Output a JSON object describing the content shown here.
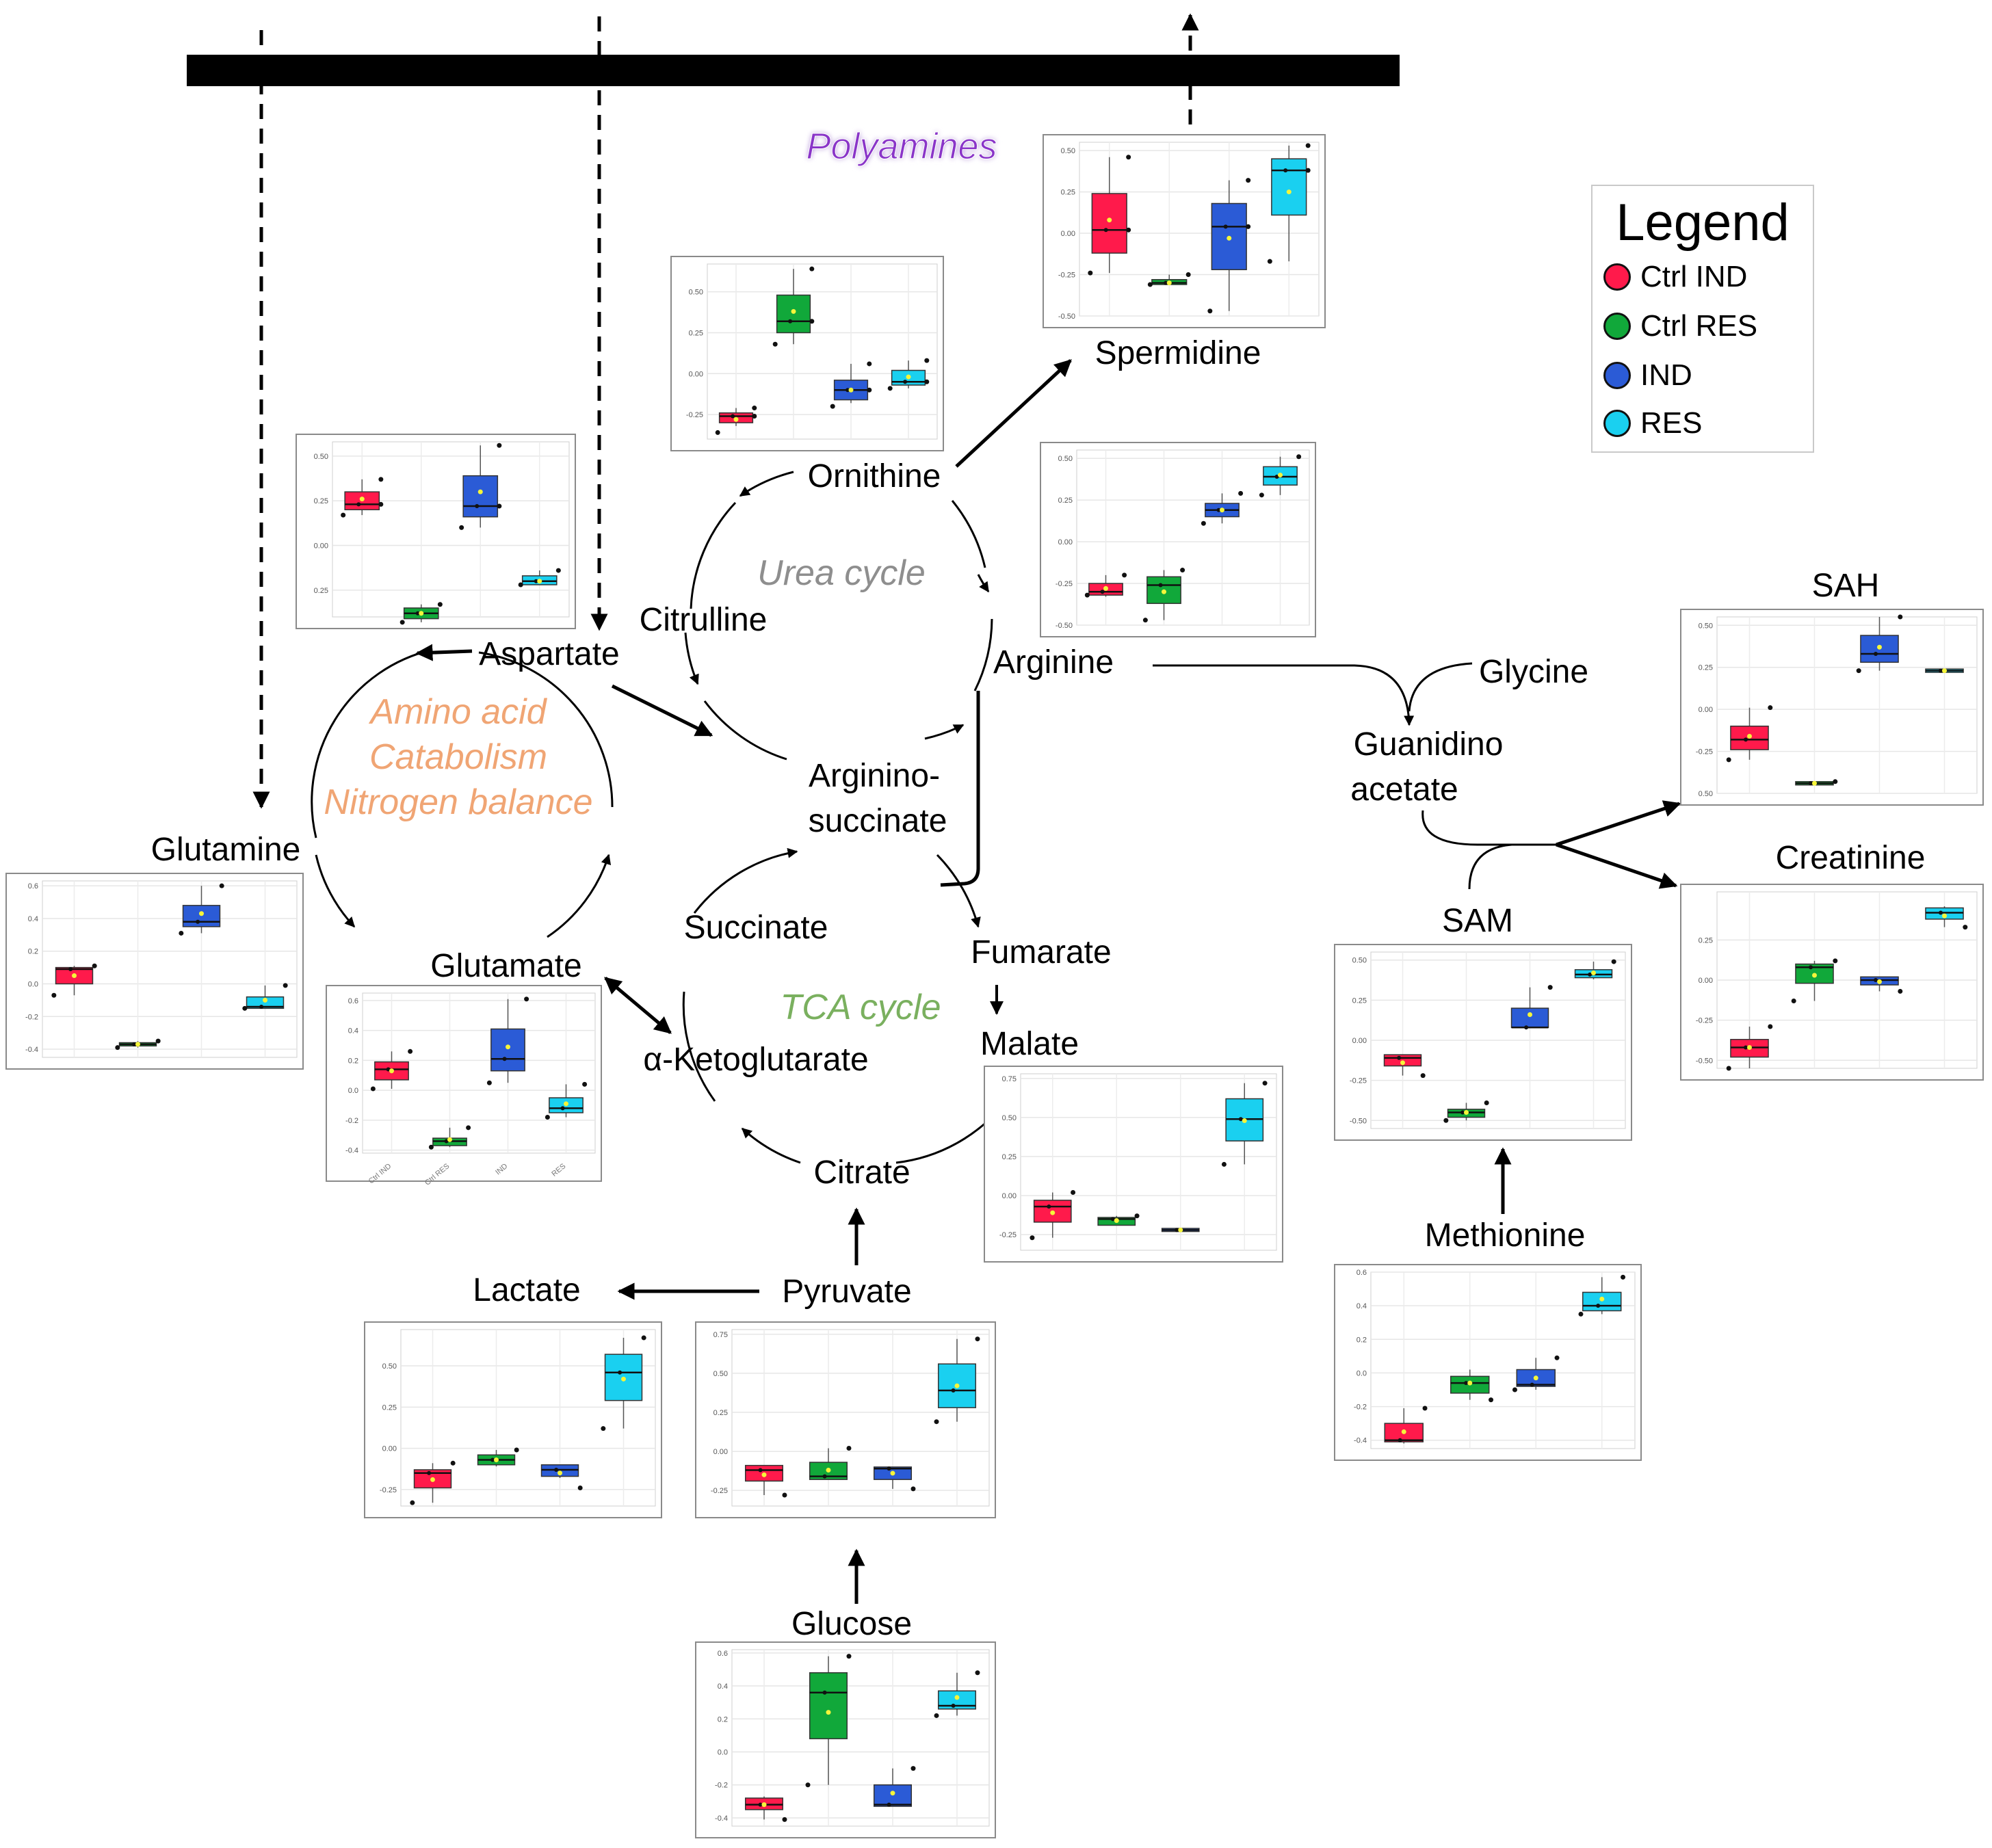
{
  "colors": {
    "ctrl_ind": "#ff1a4b",
    "ctrl_res": "#11a83a",
    "ind": "#2b5bd6",
    "res": "#1ad0f0",
    "arrow": "#000000",
    "polyamines": "#8a35c8",
    "amino_acid": "#f0a574",
    "urea": "#8e8e8e",
    "tca": "#7ab05f"
  },
  "legend": {
    "title": "Legend",
    "items": [
      {
        "label": "Ctrl IND",
        "color": "#ff1a4b"
      },
      {
        "label": "Ctrl RES",
        "color": "#11a83a"
      },
      {
        "label": "IND",
        "color": "#2b5bd6"
      },
      {
        "label": "RES",
        "color": "#1ad0f0"
      }
    ]
  },
  "pathways": {
    "polyamines": "Polyamines",
    "urea_cycle": "Urea cycle",
    "tca_cycle": "TCA cycle",
    "amino_acid": "Amino acid",
    "catabolism": "Catabolism",
    "nitrogen_balance": "Nitrogen balance"
  },
  "metabolites": {
    "spermidine": "Spermidine",
    "ornithine": "Ornithine",
    "citrulline": "Citrulline",
    "arginine": "Arginine",
    "argininosuccinate_1": "Arginino-",
    "argininosuccinate_2": "succinate",
    "aspartate": "Aspartate",
    "glutamine": "Glutamine",
    "glutamate": "Glutamate",
    "succinate": "Succinate",
    "fumarate": "Fumarate",
    "malate": "Malate",
    "akg": "α-Ketoglutarate",
    "citrate": "Citrate",
    "pyruvate": "Pyruvate",
    "lactate": "Lactate",
    "glucose": "Glucose",
    "glycine": "Glycine",
    "guanidino_1": "Guanidino",
    "guanidino_2": "acetate",
    "sam": "SAM",
    "sah": "SAH",
    "creatinine": "Creatinine",
    "methionine": "Methionine"
  },
  "chart_data": [
    {
      "type": "box",
      "metabolite": "Spermidine",
      "ylim": [
        -0.5,
        0.55
      ],
      "ticks": [
        0.5,
        0.25,
        0.0,
        -0.25,
        -0.5
      ],
      "tick_labels": [
        "0.50",
        "0.25",
        "0.00",
        "-0.25",
        "-0.50"
      ],
      "boxes": [
        {
          "q1": -0.12,
          "med": 0.02,
          "q3": 0.24,
          "min": -0.24,
          "max": 0.46,
          "mean": 0.08,
          "points": [
            0.46,
            -0.24,
            0.02
          ]
        },
        {
          "q1": -0.31,
          "med": -0.3,
          "q3": -0.28,
          "min": -0.31,
          "max": -0.25,
          "mean": -0.3,
          "points": [
            -0.25,
            -0.31
          ]
        },
        {
          "q1": -0.22,
          "med": 0.04,
          "q3": 0.18,
          "min": -0.47,
          "max": 0.32,
          "mean": -0.03,
          "points": [
            0.32,
            -0.47,
            0.04
          ]
        },
        {
          "q1": 0.11,
          "med": 0.38,
          "q3": 0.45,
          "min": -0.17,
          "max": 0.53,
          "mean": 0.25,
          "points": [
            0.53,
            -0.17,
            0.38
          ]
        }
      ]
    },
    {
      "type": "box",
      "metabolite": "Ornithine",
      "ylim": [
        -0.4,
        0.67
      ],
      "ticks": [
        0.5,
        0.25,
        0.0,
        -0.25
      ],
      "tick_labels": [
        "0.50",
        "0.25",
        "0.00",
        "-0.25"
      ],
      "boxes": [
        {
          "q1": -0.3,
          "med": -0.26,
          "q3": -0.24,
          "min": -0.32,
          "max": -0.21,
          "mean": -0.28,
          "points": [
            -0.21,
            -0.36,
            -0.26
          ]
        },
        {
          "q1": 0.25,
          "med": 0.32,
          "q3": 0.48,
          "min": 0.18,
          "max": 0.64,
          "mean": 0.38,
          "points": [
            0.64,
            0.18,
            0.32
          ]
        },
        {
          "q1": -0.16,
          "med": -0.1,
          "q3": -0.04,
          "min": -0.18,
          "max": 0.06,
          "mean": -0.1,
          "points": [
            0.06,
            -0.2,
            -0.1
          ]
        },
        {
          "q1": -0.07,
          "med": -0.05,
          "q3": 0.02,
          "min": -0.09,
          "max": 0.08,
          "mean": -0.02,
          "points": [
            0.08,
            -0.09,
            -0.05
          ]
        }
      ]
    },
    {
      "type": "box",
      "metabolite": "Aspartate",
      "ylim": [
        -0.4,
        0.58
      ],
      "ticks": [
        0.5,
        0.25,
        0.0,
        -0.25
      ],
      "tick_labels": [
        "0.50",
        "0.25",
        "0.00",
        "0.25"
      ],
      "boxes": [
        {
          "q1": 0.2,
          "med": 0.23,
          "q3": 0.3,
          "min": 0.17,
          "max": 0.37,
          "mean": 0.26,
          "points": [
            0.37,
            0.17,
            0.23
          ]
        },
        {
          "q1": -0.41,
          "med": -0.38,
          "q3": -0.35,
          "min": -0.43,
          "max": -0.33,
          "mean": -0.38,
          "points": [
            -0.33,
            -0.43
          ]
        },
        {
          "q1": 0.16,
          "med": 0.22,
          "q3": 0.39,
          "min": 0.1,
          "max": 0.56,
          "mean": 0.3,
          "points": [
            0.56,
            0.1,
            0.22
          ]
        },
        {
          "q1": -0.22,
          "med": -0.2,
          "q3": -0.17,
          "min": -0.22,
          "max": -0.14,
          "mean": -0.2,
          "points": [
            -0.14,
            -0.22
          ]
        }
      ]
    },
    {
      "type": "box",
      "metabolite": "Arginine",
      "ylim": [
        -0.5,
        0.55
      ],
      "ticks": [
        0.5,
        0.25,
        0.0,
        -0.25,
        -0.5
      ],
      "tick_labels": [
        "0.50",
        "0.25",
        "0.00",
        "-0.25",
        "-0.50"
      ],
      "boxes": [
        {
          "q1": -0.32,
          "med": -0.3,
          "q3": -0.25,
          "min": -0.33,
          "max": -0.2,
          "mean": -0.28,
          "points": [
            -0.2,
            -0.32
          ]
        },
        {
          "q1": -0.37,
          "med": -0.26,
          "q3": -0.21,
          "min": -0.47,
          "max": -0.17,
          "mean": -0.3,
          "points": [
            -0.17,
            -0.47
          ]
        },
        {
          "q1": 0.15,
          "med": 0.19,
          "q3": 0.23,
          "min": 0.11,
          "max": 0.29,
          "mean": 0.19,
          "points": [
            0.29,
            0.11
          ]
        },
        {
          "q1": 0.34,
          "med": 0.39,
          "q3": 0.45,
          "min": 0.28,
          "max": 0.51,
          "mean": 0.4,
          "points": [
            0.51,
            0.28
          ]
        }
      ]
    },
    {
      "type": "box",
      "metabolite": "Glutamine",
      "ylim": [
        -0.45,
        0.63
      ],
      "ticks": [
        0.6,
        0.4,
        0.2,
        0.0,
        -0.2,
        -0.4
      ],
      "tick_labels": [
        "0.6",
        "0.4",
        "0.2",
        "0.0",
        "-0.2",
        "-0.4"
      ],
      "boxes": [
        {
          "q1": 0.0,
          "med": 0.09,
          "q3": 0.1,
          "min": -0.07,
          "max": 0.11,
          "mean": 0.05,
          "points": [
            0.11,
            -0.07
          ]
        },
        {
          "q1": -0.38,
          "med": -0.37,
          "q3": -0.36,
          "min": -0.39,
          "max": -0.35,
          "mean": -0.37,
          "points": [
            -0.35,
            -0.39
          ]
        },
        {
          "q1": 0.35,
          "med": 0.38,
          "q3": 0.48,
          "min": 0.31,
          "max": 0.6,
          "mean": 0.43,
          "points": [
            0.6,
            0.31
          ]
        },
        {
          "q1": -0.15,
          "med": -0.14,
          "q3": -0.08,
          "min": -0.15,
          "max": -0.01,
          "mean": -0.1,
          "points": [
            -0.01,
            -0.15
          ]
        }
      ]
    },
    {
      "type": "box",
      "metabolite": "Glutamate",
      "ylim": [
        -0.42,
        0.65
      ],
      "ticks": [
        0.6,
        0.4,
        0.2,
        0.0,
        -0.2,
        -0.4
      ],
      "tick_labels": [
        "0.6",
        "0.4",
        "0.2",
        "0.0",
        "-0.2",
        "-0.4"
      ],
      "x_labels": [
        "Ctrl IND",
        "Ctrl RES",
        "IND",
        "RES"
      ],
      "boxes": [
        {
          "q1": 0.07,
          "med": 0.14,
          "q3": 0.19,
          "min": 0.01,
          "max": 0.26,
          "mean": 0.13,
          "points": [
            0.26,
            0.01
          ]
        },
        {
          "q1": -0.37,
          "med": -0.34,
          "q3": -0.32,
          "min": -0.38,
          "max": -0.25,
          "mean": -0.33,
          "points": [
            -0.25,
            -0.38
          ]
        },
        {
          "q1": 0.13,
          "med": 0.21,
          "q3": 0.41,
          "min": 0.05,
          "max": 0.61,
          "mean": 0.29,
          "points": [
            0.61,
            0.05
          ]
        },
        {
          "q1": -0.15,
          "med": -0.12,
          "q3": -0.05,
          "min": -0.18,
          "max": 0.04,
          "mean": -0.09,
          "points": [
            0.04,
            -0.18
          ]
        }
      ]
    },
    {
      "type": "box",
      "metabolite": "SAH",
      "ylim": [
        -0.5,
        0.55
      ],
      "ticks": [
        0.5,
        0.25,
        0.0,
        -0.25,
        -0.5
      ],
      "tick_labels": [
        "0.50",
        "0.25",
        "0.00",
        "-0.25",
        "0.50"
      ],
      "boxes": [
        {
          "q1": -0.24,
          "med": -0.18,
          "q3": -0.1,
          "min": -0.3,
          "max": 0.01,
          "mean": -0.16,
          "points": [
            0.01,
            -0.3
          ]
        },
        {
          "q1": -0.45,
          "med": -0.44,
          "q3": -0.43,
          "min": -0.45,
          "max": -0.43,
          "mean": -0.44,
          "points": [
            -0.43
          ]
        },
        {
          "q1": 0.28,
          "med": 0.33,
          "q3": 0.44,
          "min": 0.23,
          "max": 0.55,
          "mean": 0.37,
          "points": [
            0.55,
            0.23
          ]
        },
        {
          "q1": 0.22,
          "med": 0.23,
          "q3": 0.24,
          "min": 0.22,
          "max": 0.24,
          "mean": 0.23,
          "points": []
        }
      ]
    },
    {
      "type": "box",
      "metabolite": "Creatinine",
      "ylim": [
        -0.55,
        0.55
      ],
      "ticks": [
        0.25,
        0.0,
        -0.25,
        -0.5
      ],
      "tick_labels": [
        "0.25",
        "0.00",
        "-0.25",
        "-0.50"
      ],
      "boxes": [
        {
          "q1": -0.48,
          "med": -0.42,
          "q3": -0.37,
          "min": -0.55,
          "max": -0.29,
          "mean": -0.42,
          "points": [
            -0.29,
            -0.55
          ]
        },
        {
          "q1": -0.02,
          "med": 0.08,
          "q3": 0.1,
          "min": -0.13,
          "max": 0.12,
          "mean": 0.03,
          "points": [
            0.12,
            -0.13
          ]
        },
        {
          "q1": -0.03,
          "med": 0.0,
          "q3": 0.02,
          "min": -0.07,
          "max": 0.02,
          "mean": -0.01,
          "points": [
            -0.07
          ]
        },
        {
          "q1": 0.38,
          "med": 0.42,
          "q3": 0.45,
          "min": 0.33,
          "max": 0.46,
          "mean": 0.4,
          "points": [
            0.33
          ]
        }
      ]
    },
    {
      "type": "box",
      "metabolite": "SAM",
      "ylim": [
        -0.55,
        0.55
      ],
      "ticks": [
        0.5,
        0.25,
        0.0,
        -0.25,
        -0.5
      ],
      "tick_labels": [
        "0.50",
        "0.25",
        "0.00",
        "-0.25",
        "-0.50"
      ],
      "boxes": [
        {
          "q1": -0.16,
          "med": -0.11,
          "q3": -0.09,
          "min": -0.22,
          "max": -0.09,
          "mean": -0.14,
          "points": [
            -0.22
          ]
        },
        {
          "q1": -0.48,
          "med": -0.45,
          "q3": -0.43,
          "min": -0.5,
          "max": -0.39,
          "mean": -0.45,
          "points": [
            -0.39,
            -0.5
          ]
        },
        {
          "q1": 0.08,
          "med": 0.08,
          "q3": 0.2,
          "min": 0.08,
          "max": 0.33,
          "mean": 0.16,
          "points": [
            0.33
          ]
        },
        {
          "q1": 0.39,
          "med": 0.41,
          "q3": 0.44,
          "min": 0.38,
          "max": 0.49,
          "mean": 0.42,
          "points": [
            0.49
          ]
        }
      ]
    },
    {
      "type": "box",
      "metabolite": "Malate",
      "ylim": [
        -0.35,
        0.78
      ],
      "ticks": [
        0.75,
        0.5,
        0.25,
        0.0,
        -0.25
      ],
      "tick_labels": [
        "0.75",
        "0.50",
        "0.25",
        "0.00",
        "-0.25"
      ],
      "boxes": [
        {
          "q1": -0.17,
          "med": -0.07,
          "q3": -0.03,
          "min": -0.27,
          "max": 0.02,
          "mean": -0.11,
          "points": [
            0.02,
            -0.27
          ]
        },
        {
          "q1": -0.19,
          "med": -0.15,
          "q3": -0.14,
          "min": -0.19,
          "max": -0.13,
          "mean": -0.16,
          "points": [
            -0.13
          ]
        },
        {
          "q1": -0.23,
          "med": -0.22,
          "q3": -0.21,
          "min": -0.23,
          "max": -0.21,
          "mean": -0.22,
          "points": []
        },
        {
          "q1": 0.35,
          "med": 0.49,
          "q3": 0.62,
          "min": 0.2,
          "max": 0.72,
          "mean": 0.48,
          "points": [
            0.72,
            0.2
          ]
        }
      ]
    },
    {
      "type": "box",
      "metabolite": "Lactate",
      "ylim": [
        -0.35,
        0.72
      ],
      "ticks": [
        0.5,
        0.25,
        0.0,
        -0.25
      ],
      "tick_labels": [
        "0.50",
        "0.25",
        "0.00",
        "-0.25"
      ],
      "boxes": [
        {
          "q1": -0.24,
          "med": -0.15,
          "q3": -0.13,
          "min": -0.33,
          "max": -0.09,
          "mean": -0.19,
          "points": [
            -0.09,
            -0.33
          ]
        },
        {
          "q1": -0.1,
          "med": -0.07,
          "q3": -0.04,
          "min": -0.11,
          "max": -0.01,
          "mean": -0.07,
          "points": [
            -0.01
          ]
        },
        {
          "q1": -0.17,
          "med": -0.13,
          "q3": -0.1,
          "min": -0.18,
          "max": -0.1,
          "mean": -0.15,
          "points": [
            -0.24
          ]
        },
        {
          "q1": 0.29,
          "med": 0.46,
          "q3": 0.57,
          "min": 0.12,
          "max": 0.67,
          "mean": 0.42,
          "points": [
            0.67,
            0.12
          ]
        }
      ]
    },
    {
      "type": "box",
      "metabolite": "Pyruvate",
      "ylim": [
        -0.35,
        0.78
      ],
      "ticks": [
        0.75,
        0.5,
        0.25,
        0.0,
        -0.25
      ],
      "tick_labels": [
        "0.75",
        "0.50",
        "0.25",
        "0.00",
        "-0.25"
      ],
      "boxes": [
        {
          "q1": -0.19,
          "med": -0.12,
          "q3": -0.09,
          "min": -0.28,
          "max": -0.09,
          "mean": -0.15,
          "points": [
            -0.28
          ]
        },
        {
          "q1": -0.18,
          "med": -0.16,
          "q3": -0.07,
          "min": -0.18,
          "max": 0.02,
          "mean": -0.12,
          "points": [
            0.02
          ]
        },
        {
          "q1": -0.18,
          "med": -0.11,
          "q3": -0.1,
          "min": -0.24,
          "max": -0.1,
          "mean": -0.14,
          "points": [
            -0.24
          ]
        },
        {
          "q1": 0.28,
          "med": 0.39,
          "q3": 0.56,
          "min": 0.19,
          "max": 0.72,
          "mean": 0.42,
          "points": [
            0.72,
            0.19
          ]
        }
      ]
    },
    {
      "type": "box",
      "metabolite": "Methionine",
      "ylim": [
        -0.45,
        0.6
      ],
      "ticks": [
        0.6,
        0.4,
        0.2,
        0.0,
        -0.2,
        -0.4
      ],
      "tick_labels": [
        "0.6",
        "0.4",
        "0.2",
        "0.0",
        "-0.2",
        "-0.4"
      ],
      "boxes": [
        {
          "q1": -0.41,
          "med": -0.4,
          "q3": -0.3,
          "min": -0.42,
          "max": -0.21,
          "mean": -0.35,
          "points": [
            -0.21
          ]
        },
        {
          "q1": -0.12,
          "med": -0.06,
          "q3": -0.02,
          "min": -0.16,
          "max": 0.02,
          "mean": -0.06,
          "points": [
            -0.16
          ]
        },
        {
          "q1": -0.08,
          "med": -0.07,
          "q3": 0.02,
          "min": -0.1,
          "max": 0.09,
          "mean": -0.03,
          "points": [
            0.09,
            -0.1
          ]
        },
        {
          "q1": 0.37,
          "med": 0.4,
          "q3": 0.48,
          "min": 0.35,
          "max": 0.57,
          "mean": 0.44,
          "points": [
            0.57,
            0.35
          ]
        }
      ]
    },
    {
      "type": "box",
      "metabolite": "Glucose",
      "ylim": [
        -0.45,
        0.62
      ],
      "ticks": [
        0.6,
        0.4,
        0.2,
        0.0,
        -0.2,
        -0.4
      ],
      "tick_labels": [
        "0.6",
        "0.4",
        "0.2",
        "0.0",
        "-0.2",
        "-0.4"
      ],
      "boxes": [
        {
          "q1": -0.35,
          "med": -0.32,
          "q3": -0.28,
          "min": -0.41,
          "max": -0.27,
          "mean": -0.32,
          "points": [
            -0.41
          ]
        },
        {
          "q1": 0.08,
          "med": 0.36,
          "q3": 0.48,
          "min": -0.2,
          "max": 0.58,
          "mean": 0.24,
          "points": [
            0.58,
            -0.2
          ]
        },
        {
          "q1": -0.33,
          "med": -0.32,
          "q3": -0.2,
          "min": -0.33,
          "max": -0.1,
          "mean": -0.25,
          "points": [
            -0.1
          ]
        },
        {
          "q1": 0.26,
          "med": 0.28,
          "q3": 0.37,
          "min": 0.22,
          "max": 0.48,
          "mean": 0.33,
          "points": [
            0.48,
            0.22
          ]
        }
      ]
    }
  ]
}
